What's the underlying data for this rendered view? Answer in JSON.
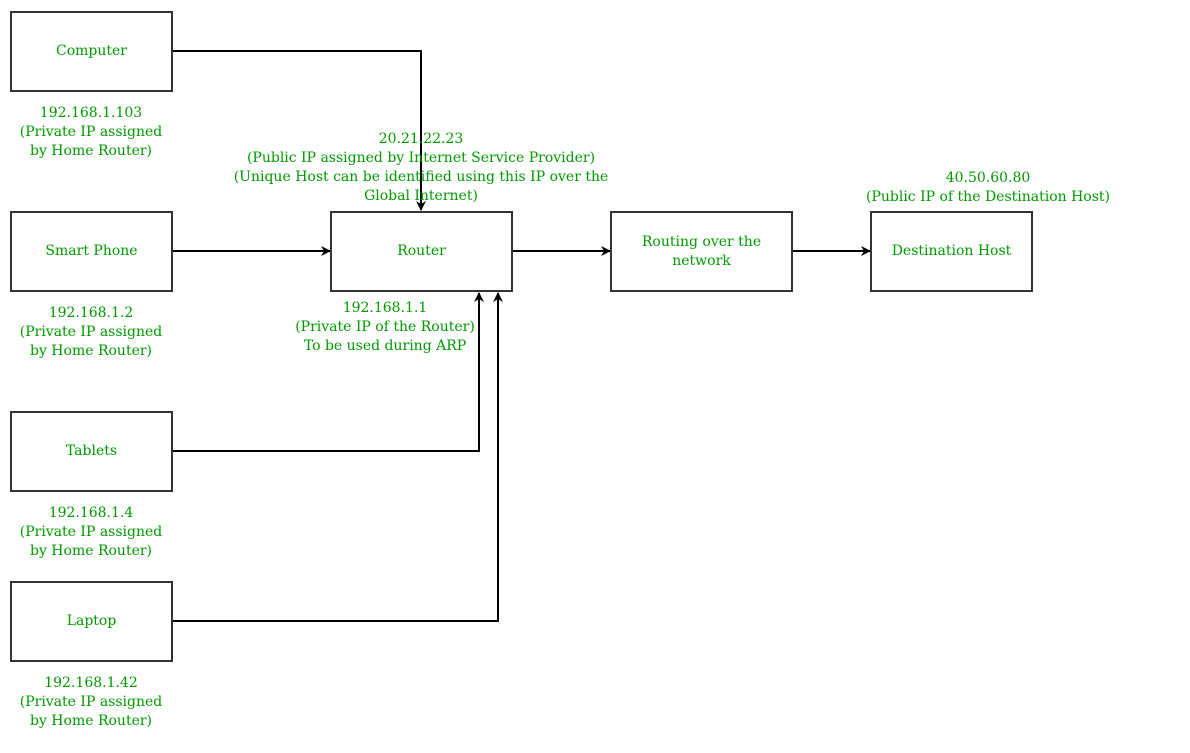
{
  "colors": {
    "text": "#009900",
    "stroke": "#333333",
    "arrow": "#000000",
    "background": "#ffffff"
  },
  "nodes": {
    "computer": "Computer",
    "smart_phone": "Smart Phone",
    "tablets": "Tablets",
    "laptop": "Laptop",
    "router": "Router",
    "routing": "Routing over the network",
    "destination": "Destination Host"
  },
  "notes": {
    "computer": [
      "192.168.1.103",
      "(Private IP assigned",
      "by Home Router)"
    ],
    "smart_phone": [
      "192.168.1.2",
      "(Private IP assigned",
      "by Home Router)"
    ],
    "tablets": [
      "192.168.1.4",
      "(Private IP assigned",
      "by Home Router)"
    ],
    "laptop": [
      "192.168.1.42",
      "(Private IP assigned",
      "by Home Router)"
    ],
    "router_public": [
      "20.21.22.23",
      "(Public IP assigned by Internet Service Provider)",
      "(Unique Host can be identified using this IP over the",
      "Global Internet)"
    ],
    "router_private": [
      "192.168.1.1",
      "(Private IP of the Router)",
      "To be used during ARP"
    ],
    "destination": [
      "40.50.60.80",
      "(Public IP of the Destination Host)"
    ]
  },
  "edges": [
    {
      "from": "Computer",
      "to": "Router"
    },
    {
      "from": "Smart Phone",
      "to": "Router"
    },
    {
      "from": "Tablets",
      "to": "Router"
    },
    {
      "from": "Laptop",
      "to": "Router"
    },
    {
      "from": "Router",
      "to": "Routing over the network"
    },
    {
      "from": "Routing over the network",
      "to": "Destination Host"
    }
  ]
}
